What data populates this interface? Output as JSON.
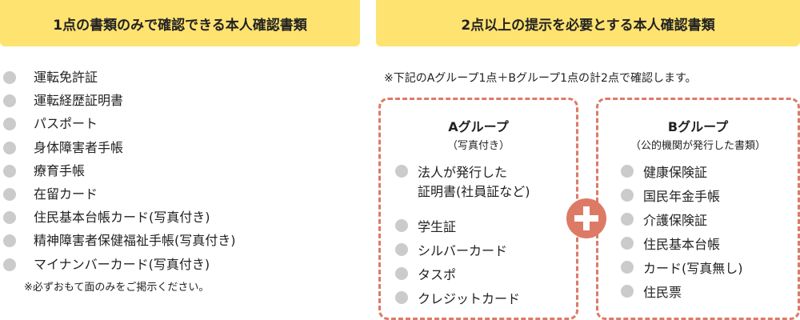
{
  "left": {
    "title": "1点の書類のみで確認できる本人確認書類",
    "items": [
      "運転免許証",
      "運転経歴証明書",
      "パスポート",
      "身体障害者手帳",
      "療育手帳",
      "在留カード",
      "住民基本台帳カード(写真付き)",
      "精神障害者保健福祉手帳(写真付き)",
      "マイナンバーカード(写真付き)"
    ],
    "note": "※必ずおもて面のみをご掲示ください。"
  },
  "right": {
    "title": "2点以上の提示を必要とする本人確認書類",
    "note": "※下記のAグループ1点＋Bグループ1点の計2点で確認します。",
    "groupA": {
      "title": "Aグループ",
      "subtitle": "（写真付き）",
      "items": [
        "法人が発行した\n証明書(社員証など)",
        "学生証",
        "シルバーカード",
        "タスポ",
        "クレジットカード"
      ]
    },
    "groupB": {
      "title": "Bグループ",
      "subtitle": "（公的機関が発行した書類）",
      "items": [
        "健康保険証",
        "国民年金手帳",
        "介護保険証",
        "住民基本台帳",
        "カード(写真無し)",
        "住民票"
      ]
    }
  },
  "colors": {
    "header": "#fee371",
    "accent": "#dd7a66",
    "bullet": "#cbcbcb"
  }
}
